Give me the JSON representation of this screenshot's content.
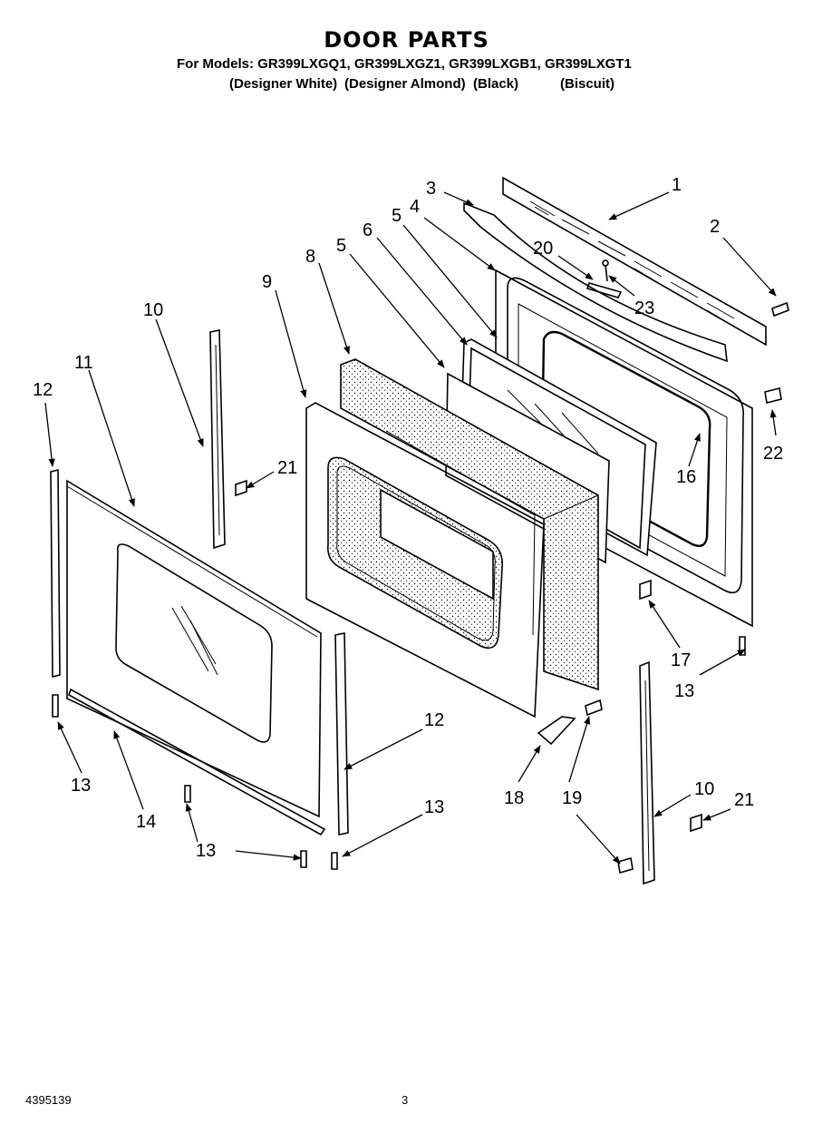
{
  "header": {
    "title": "DOOR PARTS",
    "models_line": "For Models: GR399LXGQ1, GR399LXGZ1, GR399LXGB1, GR399LXGT1",
    "colors": [
      "(Designer White)",
      "(Designer Almond)",
      "(Black)",
      "(Biscuit)"
    ]
  },
  "callouts": [
    "1",
    "2",
    "3",
    "4",
    "5",
    "6",
    "5",
    "8",
    "9",
    "10",
    "11",
    "12",
    "20",
    "23",
    "16",
    "22",
    "21",
    "17",
    "13",
    "12",
    "13",
    "14",
    "13",
    "18",
    "19",
    "10",
    "21",
    "13"
  ],
  "footer": {
    "part_number": "4395139",
    "page_number": "3"
  }
}
